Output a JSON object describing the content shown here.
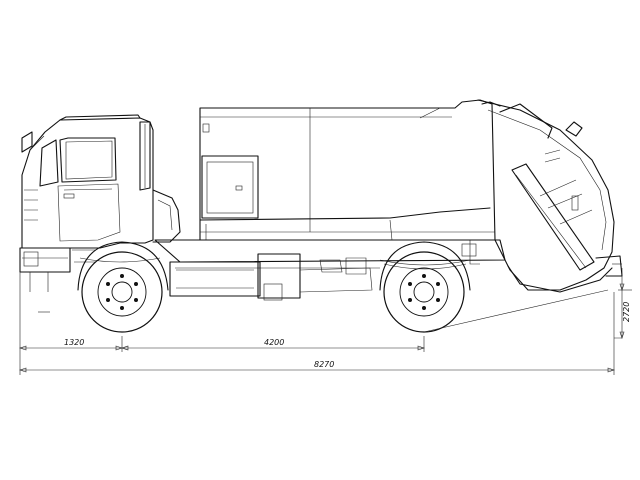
{
  "dimensions": {
    "front_overhang": "1320",
    "wheelbase": "4200",
    "overall_length": "8270",
    "height": "2720"
  }
}
